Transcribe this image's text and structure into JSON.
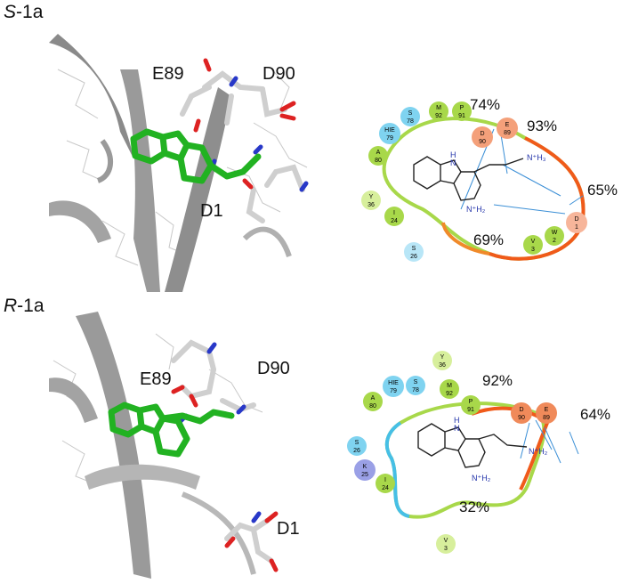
{
  "panels": [
    {
      "label_prefix": "S",
      "label_suffix": "-1a",
      "residues_3d": [
        "E89",
        "D90",
        "D1"
      ],
      "interaction_percentages": [
        "74%",
        "93%",
        "65%",
        "69%"
      ],
      "map_residues": [
        {
          "code": "HIE",
          "num": "79",
          "color": "#7fd3f0"
        },
        {
          "code": "S",
          "num": "78",
          "color": "#7fd3f0"
        },
        {
          "code": "M",
          "num": "92",
          "color": "#a8d84a"
        },
        {
          "code": "P",
          "num": "91",
          "color": "#a8d84a"
        },
        {
          "code": "D",
          "num": "90",
          "color": "#f4a07a"
        },
        {
          "code": "E",
          "num": "89",
          "color": "#f4a07a"
        },
        {
          "code": "A",
          "num": "80",
          "color": "#a8d84a"
        },
        {
          "code": "Y",
          "num": "36",
          "color": "#d7ef9c"
        },
        {
          "code": "I",
          "num": "24",
          "color": "#a8d84a"
        },
        {
          "code": "S",
          "num": "26",
          "color": "#b8e6f7"
        },
        {
          "code": "V",
          "num": "3",
          "color": "#a8d84a"
        },
        {
          "code": "W",
          "num": "2",
          "color": "#a8d84a"
        },
        {
          "code": "D",
          "num": "1",
          "color": "#f7b59a"
        }
      ],
      "atom_labels": [
        "H",
        "N",
        "N⁺H₃",
        "N⁺H₂"
      ]
    },
    {
      "label_prefix": "R",
      "label_suffix": "-1a",
      "residues_3d": [
        "E89",
        "D90",
        "D1"
      ],
      "interaction_percentages": [
        "92%",
        "64%",
        "32%"
      ],
      "map_residues": [
        {
          "code": "Y",
          "num": "36",
          "color": "#d7ef9c"
        },
        {
          "code": "HIE",
          "num": "79",
          "color": "#7fd3f0"
        },
        {
          "code": "S",
          "num": "78",
          "color": "#7fd3f0"
        },
        {
          "code": "M",
          "num": "92",
          "color": "#a8d84a"
        },
        {
          "code": "A",
          "num": "80",
          "color": "#a8d84a"
        },
        {
          "code": "P",
          "num": "91",
          "color": "#a8d84a"
        },
        {
          "code": "D",
          "num": "90",
          "color": "#f08a5a"
        },
        {
          "code": "E",
          "num": "89",
          "color": "#f08a5a"
        },
        {
          "code": "S",
          "num": "26",
          "color": "#7fd3f0"
        },
        {
          "code": "K",
          "num": "25",
          "color": "#9aa0e6"
        },
        {
          "code": "I",
          "num": "24",
          "color": "#a8d84a"
        },
        {
          "code": "V",
          "num": "3",
          "color": "#d7ef9c"
        }
      ],
      "atom_labels": [
        "H",
        "N",
        "N⁺H₂",
        "N⁺H₂"
      ]
    }
  ]
}
